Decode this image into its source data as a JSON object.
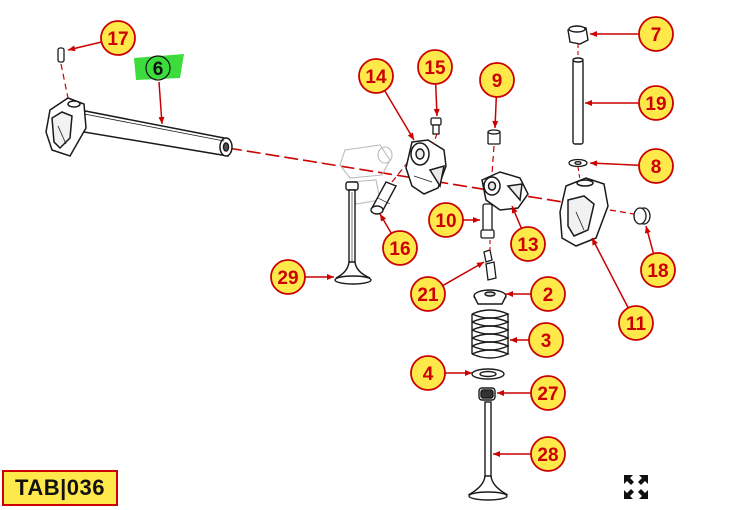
{
  "diagram": {
    "callouts": [
      {
        "number": "17",
        "highlight": false
      },
      {
        "number": "6",
        "highlight": true
      },
      {
        "number": "14",
        "highlight": false
      },
      {
        "number": "15",
        "highlight": false
      },
      {
        "number": "9",
        "highlight": false
      },
      {
        "number": "7",
        "highlight": false
      },
      {
        "number": "19",
        "highlight": false
      },
      {
        "number": "8",
        "highlight": false
      },
      {
        "number": "10",
        "highlight": false
      },
      {
        "number": "13",
        "highlight": false
      },
      {
        "number": "16",
        "highlight": false
      },
      {
        "number": "29",
        "highlight": false
      },
      {
        "number": "21",
        "highlight": false
      },
      {
        "number": "2",
        "highlight": false
      },
      {
        "number": "3",
        "highlight": false
      },
      {
        "number": "11",
        "highlight": false
      },
      {
        "number": "18",
        "highlight": false
      },
      {
        "number": "4",
        "highlight": false
      },
      {
        "number": "27",
        "highlight": false
      },
      {
        "number": "28",
        "highlight": false
      }
    ],
    "colors": {
      "callout_fill": "#ffe94a",
      "callout_stroke": "#cc0000",
      "callout_text": "#cc0000",
      "highlight_fill": "#3ddc3d",
      "leader": "#cc0000",
      "part_stroke": "#1a1a1a"
    }
  },
  "tab_label": "TAB|036",
  "expand_icon": "expand-arrows-icon"
}
